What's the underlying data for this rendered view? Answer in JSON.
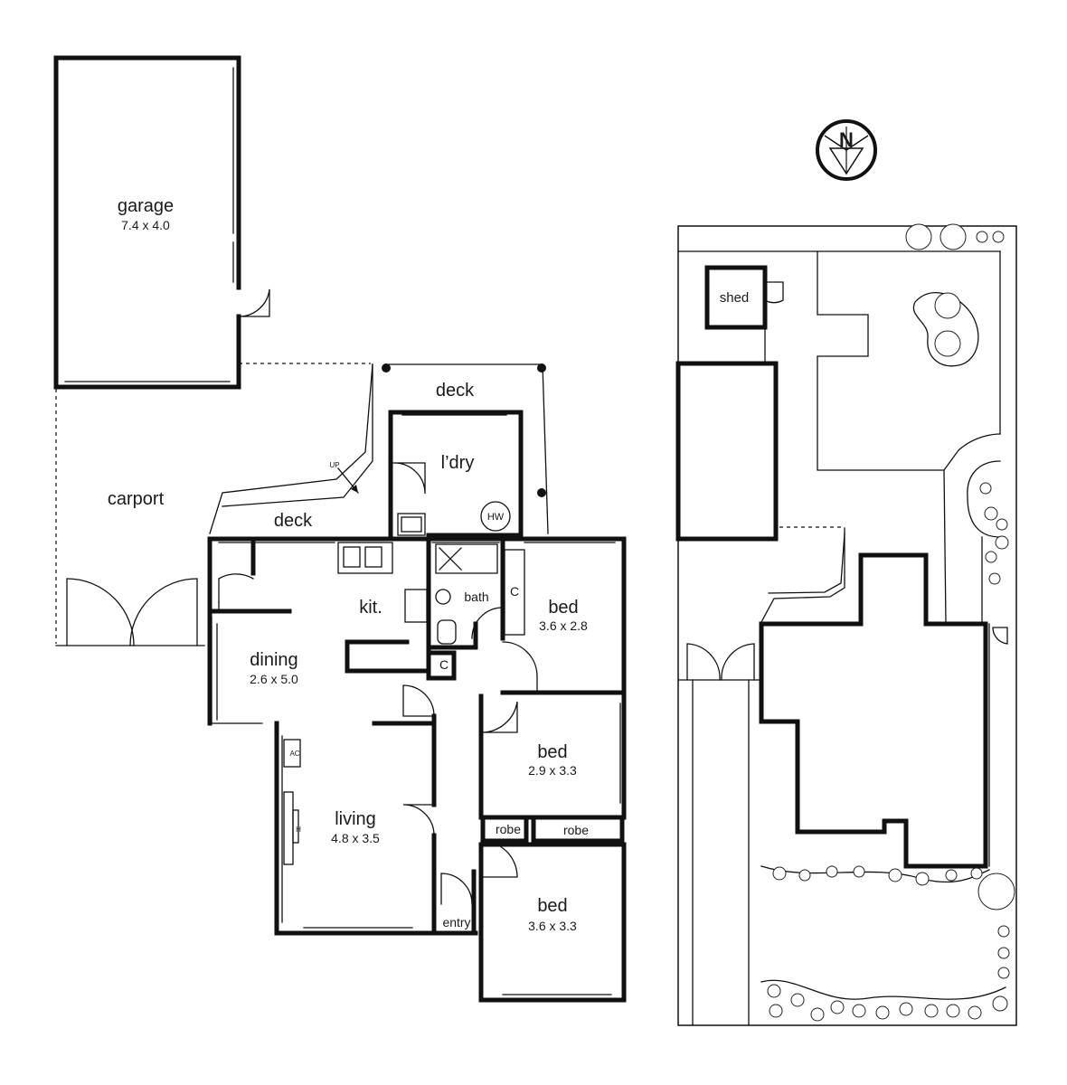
{
  "rooms": {
    "garage": {
      "name": "garage",
      "size": "7.4 x 4.0"
    },
    "carport": {
      "name": "carport"
    },
    "deck_top": {
      "name": "deck"
    },
    "deck_left": {
      "name": "deck"
    },
    "laundry": {
      "name": "l’dry"
    },
    "hot_water": {
      "name": "HW"
    },
    "kitchen": {
      "name": "kit."
    },
    "bath": {
      "name": "bath"
    },
    "bed1": {
      "name": "bed",
      "size": "3.6 x 2.8"
    },
    "dining": {
      "name": "dining",
      "size": "2.6 x 5.0"
    },
    "bed2": {
      "name": "bed",
      "size": "2.9 x 3.3"
    },
    "robe1": {
      "name": "robe"
    },
    "robe2": {
      "name": "robe"
    },
    "living": {
      "name": "living",
      "size": "4.8 x 3.5"
    },
    "bed3": {
      "name": "bed",
      "size": "3.6 x 3.3"
    },
    "entry": {
      "name": "entry"
    },
    "cupboard1": {
      "name": "C"
    },
    "cupboard2": {
      "name": "C"
    },
    "ac": {
      "name": "AC"
    },
    "heater": {
      "name": "H"
    },
    "up": {
      "name": "UP"
    },
    "shed": {
      "name": "shed"
    }
  },
  "compass": {
    "letter": "N"
  }
}
